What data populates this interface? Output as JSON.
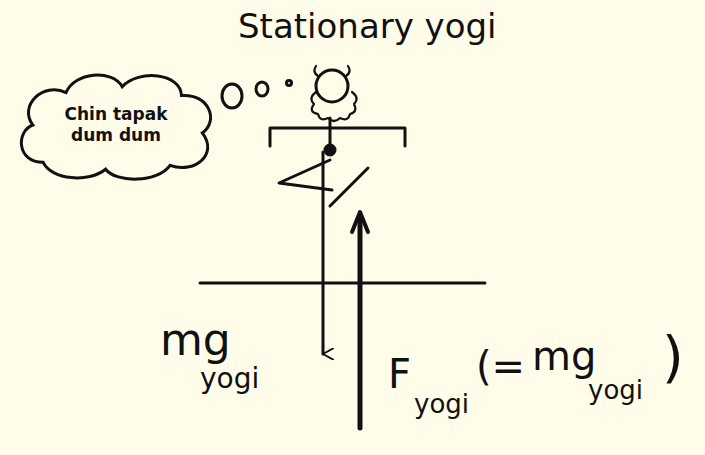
{
  "diagram": {
    "title": "Stationary yogi",
    "nodes": [
      {
        "text": [
          "Chin tapak dum dum"
        ]
      }
    ],
    "labels": [
      "mg",
      "yogi",
      "F",
      "yogi",
      "(=",
      "mg",
      "yogi",
      ")"
    ]
  }
}
